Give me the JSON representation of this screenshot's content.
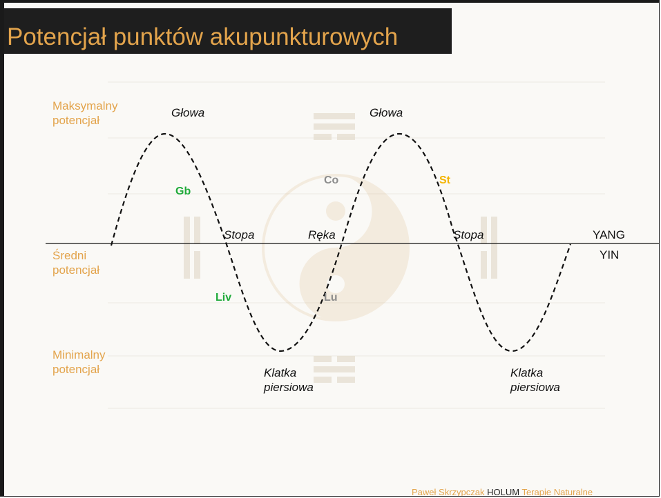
{
  "title": "Potencjał punktów akupunkturowych",
  "levels": {
    "max": [
      "Maksymalny",
      "potencjał"
    ],
    "mid": [
      "Średni",
      "potencjał"
    ],
    "min": [
      "Minimalny",
      "potencjał"
    ]
  },
  "body_labels": {
    "head1": "Głowa",
    "head2": "Głowa",
    "foot1": "Stopa",
    "hand": "Ręka",
    "foot2": "Stopa",
    "chest1": [
      "Klatka",
      "piersiowa"
    ],
    "chest2": [
      "Klatka",
      "piersiowa"
    ]
  },
  "meridians": [
    {
      "label": "Gb",
      "color": "#1faa3a"
    },
    {
      "label": "Liv",
      "color": "#1faa3a"
    },
    {
      "label": "Co",
      "color": "#8c8c8c"
    },
    {
      "label": "Lu",
      "color": "#8c8c8c"
    },
    {
      "label": "St",
      "color": "#f4b400"
    }
  ],
  "yang": "YANG",
  "yin": "YIN",
  "footer": {
    "author": "Paweł Skrzypczak",
    "brand": "HOLUM",
    "suffix": "Terapie Naturalne"
  },
  "colors": {
    "accent": "#e3a44c",
    "title_bg": "#1e1e1e",
    "curve": "#111111"
  }
}
